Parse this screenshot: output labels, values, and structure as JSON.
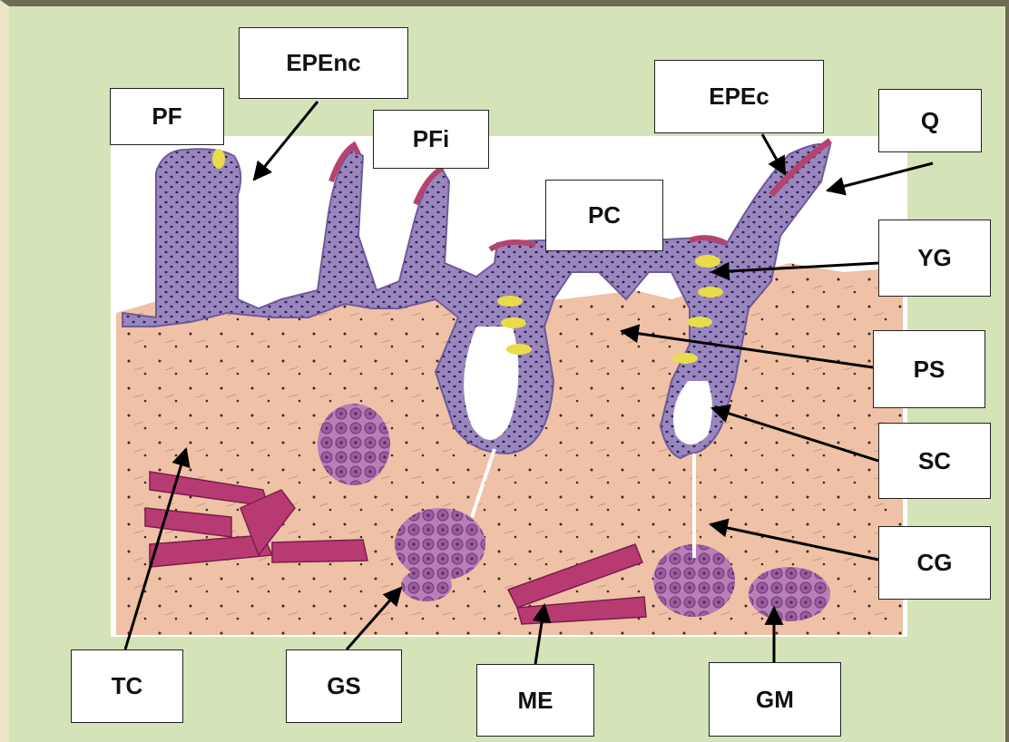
{
  "labels": {
    "pf": "PF",
    "epenc": "EPEnc",
    "pfi": "PFi",
    "pc": "PC",
    "epec": "EPEc",
    "q": "Q",
    "yg": "YG",
    "ps": "PS",
    "sc": "SC",
    "cg": "CG",
    "tc": "TC",
    "gs": "GS",
    "me": "ME",
    "gm": "GM"
  },
  "colors": {
    "background": "#d5e3b9",
    "connective_tissue": "#efc1a6",
    "epithelium": "#9a86bf",
    "keratin": "#b4436e",
    "yellow_glands": "#e8dc4a",
    "muscle": "#b83a73",
    "glands": "#9a5c9e"
  }
}
